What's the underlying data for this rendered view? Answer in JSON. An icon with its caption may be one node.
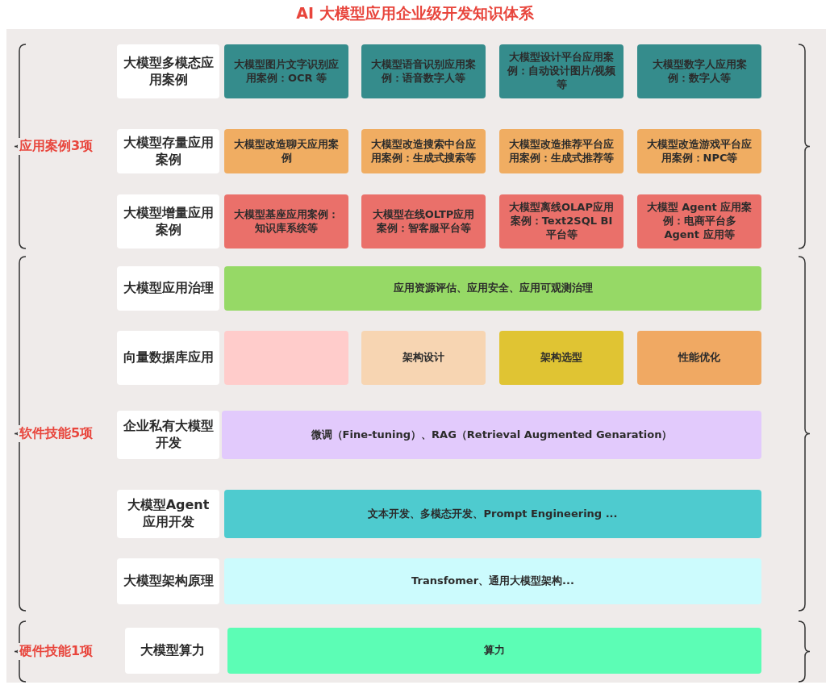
{
  "diagram": {
    "title": "AI 大模型应用企业级开发知识体系",
    "nodes": [
      {
        "text": [
          "大模型多模态应用案例"
        ]
      },
      {
        "text": [
          "大模型图片文字识别应用案例：OCR 等"
        ]
      },
      {
        "text": [
          "大模型语音识别应用案例：语音数字人等"
        ]
      },
      {
        "text": [
          "大模型设计平台应用案例：自动设计图片/视频等"
        ]
      },
      {
        "text": [
          "大模型数字人应用案例：数字人等"
        ]
      },
      {
        "text": [
          "大模型存量应用案例"
        ]
      },
      {
        "text": [
          "大模型改造聊天应用案例"
        ]
      },
      {
        "text": [
          "大模型改造搜索中台应用案例：生成式搜索等"
        ]
      },
      {
        "text": [
          "大模型改造推荐平台应用案例：生成式推荐等"
        ]
      },
      {
        "text": [
          "大模型改造游戏平台应用案例：NPC等"
        ]
      },
      {
        "text": [
          "大模型增量应用案例"
        ]
      },
      {
        "text": [
          "大模型基座应用案例：知识库系统等"
        ]
      },
      {
        "text": [
          "大模型在线OLTP应用案例：智客服平台等"
        ]
      },
      {
        "text": [
          "大模型离线OLAP应用案例：Text2SQL BI 平台等"
        ]
      },
      {
        "text": [
          "大模型 Agent 应用案例：电商平台多 Agent 应用等"
        ]
      },
      {
        "text": [
          "大模型应用治理"
        ]
      },
      {
        "text": [
          "应用资源评估、应用安全、应用可观测治理"
        ]
      },
      {
        "text": [
          "向量数据库应用"
        ]
      },
      {
        "text": [],
        "shape": "box"
      },
      {
        "text": [
          "架构设计"
        ]
      },
      {
        "text": [
          "架构选型"
        ]
      },
      {
        "text": [
          "性能优化"
        ]
      },
      {
        "text": [
          "企业私有大模型开发"
        ]
      },
      {
        "text": [
          "微调（Fine-tuning）、RAG（Retrieval Augmented Genaration）"
        ]
      },
      {
        "text": [
          "大模型Agent应用开发"
        ]
      },
      {
        "text": [
          "文本开发、多模态开发、Prompt Engineering ..."
        ]
      },
      {
        "text": [
          "大模型架构原理"
        ]
      },
      {
        "text": [
          "Transfomer、通用大模型架构..."
        ]
      },
      {
        "text": [
          "大模型算力"
        ]
      },
      {
        "text": [
          "算力"
        ]
      }
    ],
    "labels": [
      "应用案例3项",
      "软件技能5项",
      "硬件技能1项"
    ]
  }
}
